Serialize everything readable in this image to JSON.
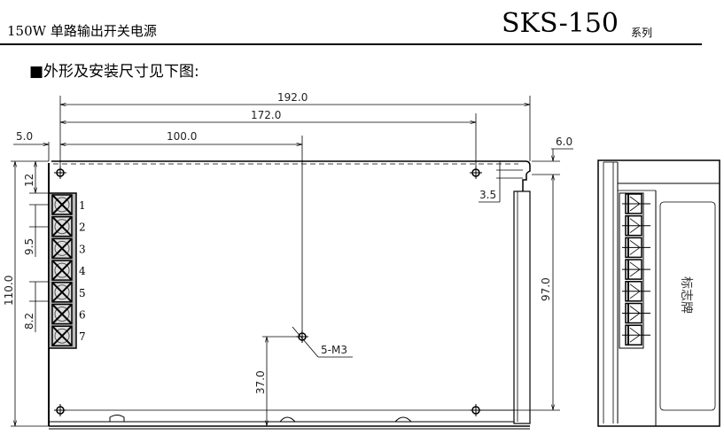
{
  "header": {
    "subtitle": "150W 单路输出开关电源",
    "model": "SKS-150",
    "series": "系列"
  },
  "section_title": "■外形及安装尺寸见下图:",
  "dimensions": {
    "overall_length": "192.0",
    "hole_spacing_x": "172.0",
    "center_hole_x": "100.0",
    "left_offset": "5.0",
    "tab_width": "6.0",
    "tab_offset": "3.5",
    "hole_spacing_y": "97.0",
    "overall_width": "110.0",
    "terminal_top": "12",
    "terminal_pitch_a": "9.5",
    "terminal_pitch_b": "8.2",
    "center_hole_y": "37.0",
    "screw_spec": "5-M3"
  },
  "terminals": [
    "1",
    "2",
    "3",
    "4",
    "5",
    "6",
    "7"
  ],
  "label_plate": "标志牌"
}
